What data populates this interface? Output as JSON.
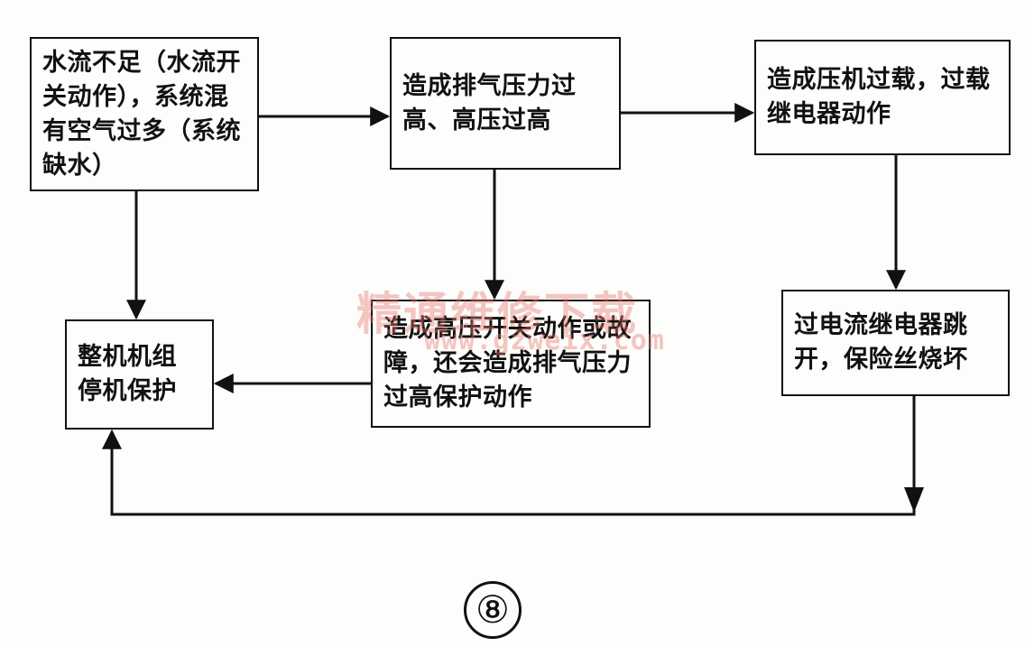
{
  "boxes": {
    "water_shortage": "水流不足（水流开关动作），系统混有空气过多（系统缺水）",
    "high_pressure": "造成排气压力过高、高压过高",
    "overload": "造成压机过载，过载继电器动作",
    "unit_protection": "整机机组停机保护",
    "hp_switch": "造成高压开关动作或故障，还会造成排气压力过高保护动作",
    "overcurrent_relay": "过电流继电器跳开，保险丝烧坏"
  },
  "watermark": {
    "text_cn": "精通维修下载",
    "url": "www.gzweix.com"
  },
  "diagram_number": "⑧",
  "colors": {
    "line": "#111111",
    "background": "#fdfdfb",
    "watermark": "#e6786e"
  }
}
